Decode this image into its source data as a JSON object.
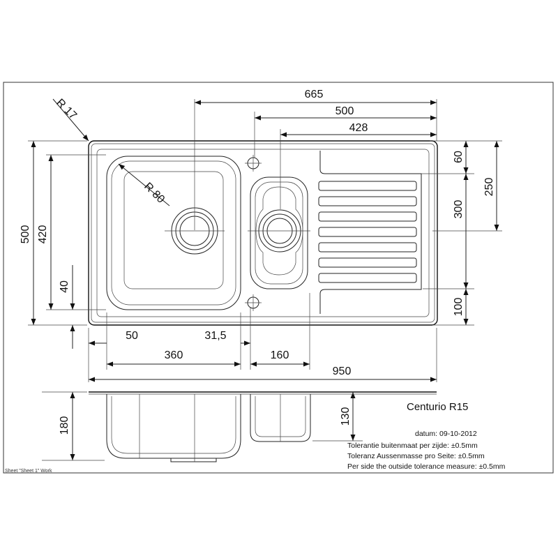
{
  "dimensions": {
    "top_665": "665",
    "top_500": "500",
    "top_428": "428",
    "radius_17": "R 17",
    "radius_80": "R 80",
    "left_500": "500",
    "left_420": "420",
    "left_40": "40",
    "bottom_50": "50",
    "bottom_31_5": "31,5",
    "bottom_360": "360",
    "bottom_160": "160",
    "bottom_950": "950",
    "right_60": "60",
    "right_250": "250",
    "right_300": "300",
    "right_100": "100",
    "side_180": "180",
    "side_130": "130"
  },
  "title_block": {
    "model": "Centurio R15",
    "date": "datum: 09-10-2012",
    "tolerance_nl": "Tolerantie buitenmaat per zijde: ±0.5mm",
    "tolerance_de": "Toleranz Aussenmasse pro Seite: ±0.5mm",
    "tolerance_en": "Per side the outside tolerance measure: ±0.5mm"
  },
  "sheet_label": "Sheet \"Sheet 1\" Work"
}
